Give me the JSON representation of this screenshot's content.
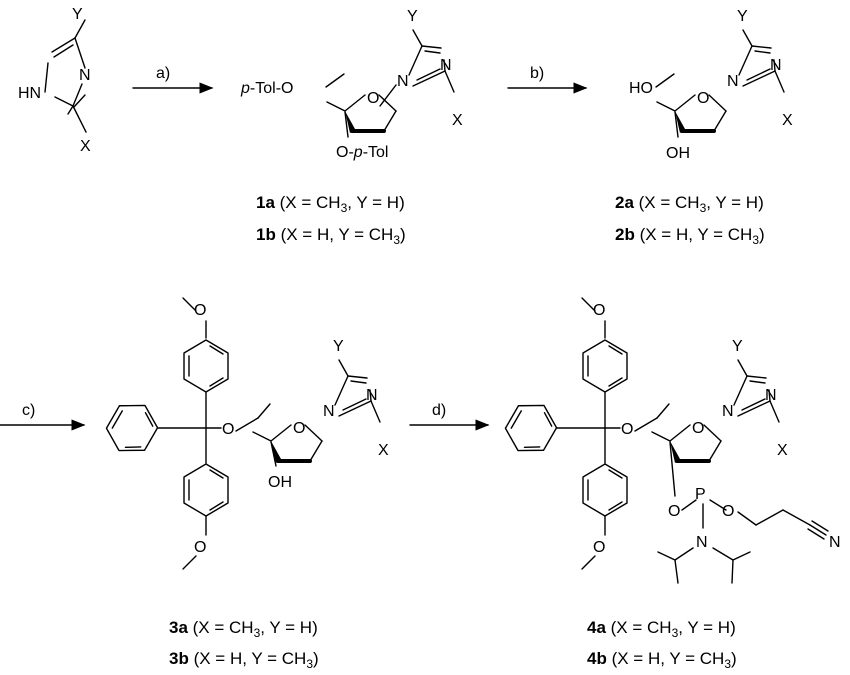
{
  "atoms": {
    "Y": "Y",
    "X": "X",
    "N": "N",
    "O": "O",
    "HN": "HN",
    "HO": "HO",
    "OH": "OH",
    "P": "P",
    "pTolO_pre": "p",
    "pTolO_rest": "-Tol-O",
    "OpTol_O": "O-",
    "OpTol_p": "p",
    "OpTol_rest": "-Tol"
  },
  "reagents": {
    "a": "a)",
    "b": "b)",
    "c": "c)",
    "d": "d)"
  },
  "captions": {
    "1a": {
      "num": "1a",
      "text": " (X = CH",
      "sub": "3",
      "rest": ", Y = H)"
    },
    "1b": {
      "num": "1b",
      "text": " (X = H, Y = CH",
      "sub": "3",
      "rest": ")"
    },
    "2a": {
      "num": "2a",
      "text": " (X = CH",
      "sub": "3",
      "rest": ", Y = H)"
    },
    "2b": {
      "num": "2b",
      "text": " (X = H, Y = CH",
      "sub": "3",
      "rest": ")"
    },
    "3a": {
      "num": "3a",
      "text": " (X = CH",
      "sub": "3",
      "rest": ", Y = H)"
    },
    "3b": {
      "num": "3b",
      "text": " (X = H, Y = CH",
      "sub": "3",
      "rest": ")"
    },
    "4a": {
      "num": "4a",
      "text": " (X = CH",
      "sub": "3",
      "rest": ", Y = H)"
    },
    "4b": {
      "num": "4b",
      "text": " (X = H, Y = CH",
      "sub": "3",
      "rest": ")"
    }
  }
}
